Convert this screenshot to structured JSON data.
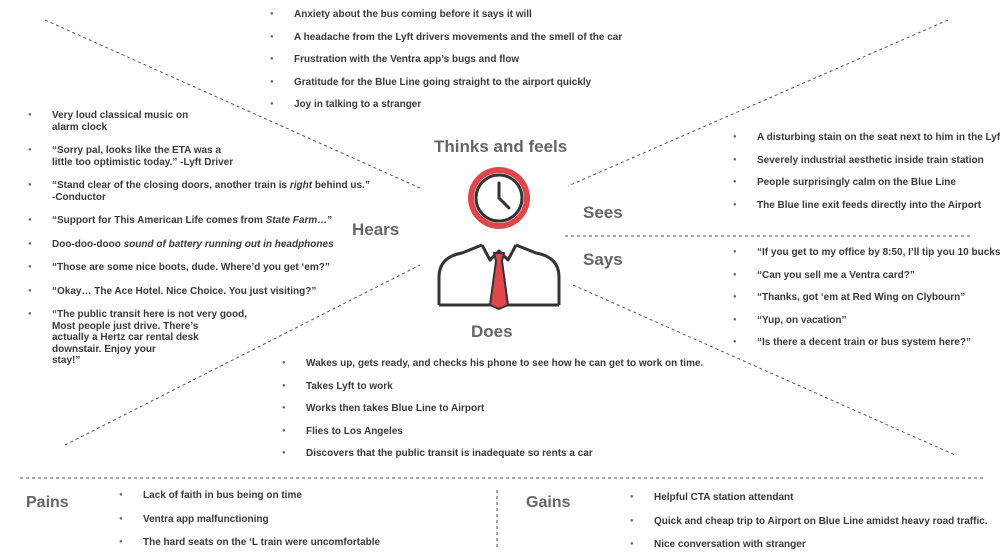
{
  "sections": {
    "thinks": "Thinks and feels",
    "hears": "Hears",
    "sees": "Sees",
    "says": "Says",
    "does": "Does",
    "pains": "Pains",
    "gains": "Gains"
  },
  "thinks_items": [
    "Anxiety about the  bus coming before it says it will",
    "A headache from the Lyft drivers movements and the smell of the car",
    "Frustration with the  Ventra app’s bugs and flow",
    "Gratitude for the Blue Line going straight to the airport quickly",
    "Joy in talking to a stranger"
  ],
  "hears_items": [
    {
      "l1": "Very loud classical music on",
      "l2": "alarm clock"
    },
    {
      "l1": "“Sorry pal, looks like the ETA was a",
      "l2": "little too optimistic today.” -Lyft Driver"
    },
    {
      "l1a": "“Stand clear of the closing doors, another train is ",
      "l1em": "right",
      "l1b": " behind us.”",
      "l2": "-Conductor"
    },
    {
      "a": "“Support for This American Life comes from ",
      "em": "State Farm…",
      "b": "”"
    },
    {
      "a": "Doo-doo-dooo ",
      "em": "sound of battery running out in headphones"
    },
    "“Those are some nice boots, dude.  Where’d you get ‘em?”",
    "“Okay… The Ace Hotel.  Nice Choice.  You just visiting?”",
    {
      "l1": "“The public transit here is not very good,",
      "l2": "Most people just drive.  There’s",
      "l3": "actually a Hertz car rental desk",
      "l4": "downstair.  Enjoy your",
      "l5": "stay!”"
    }
  ],
  "sees_items": [
    "A disturbing stain on the seat next to him in the Lyft",
    "Severely industrial aesthetic inside train station",
    "People surprisingly calm on the Blue Line",
    "The Blue line exit feeds directly into the Airport"
  ],
  "says_items": [
    "“If you get to my office by 8:50, I’ll tip you 10 bucks”",
    "“Can you sell me a Ventra card?”",
    "“Thanks, got ‘em at Red Wing on Clybourn”",
    "“Yup, on vacation”",
    "“Is there a decent train or bus system here?”"
  ],
  "does_items": [
    "Wakes up, gets ready, and checks his phone to see how he can get to work on time.",
    "Takes Lyft to work",
    "Works then takes Blue Line to Airport",
    "Flies to Los Angeles",
    "Discovers that the public transit is inadequate so rents a car"
  ],
  "pains_items": [
    "Lack of faith in bus being on time",
    "Ventra app malfunctioning",
    "The hard seats on the ‘L train were uncomfortable"
  ],
  "gains_items": [
    "Helpful CTA station attendant",
    "Quick and cheap trip to Airport on Blue Line amidst heavy road traffic.",
    "Nice conversation with stranger"
  ],
  "colors": {
    "accent": "#e0474c",
    "text": "#3a3a3a",
    "heading": "#666666",
    "line": "#555555"
  },
  "icons": [
    "clock-head-icon",
    "person-with-tie-icon"
  ]
}
